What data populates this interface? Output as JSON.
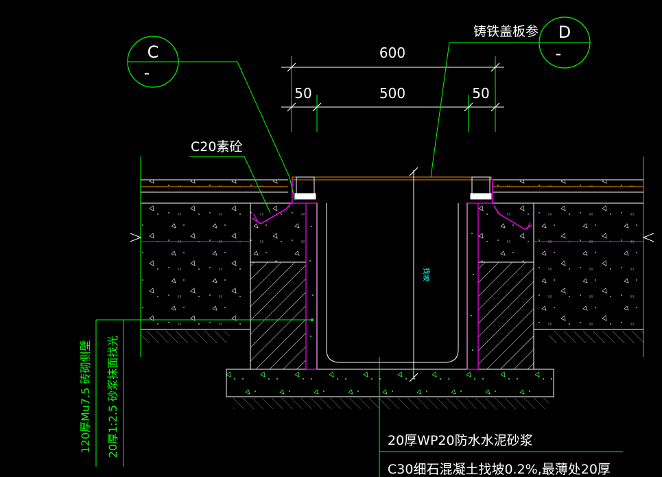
{
  "drawing": {
    "background": "#000000",
    "colors": {
      "structure": "#ff00ff",
      "leader": "#00ff00",
      "text": "#ffffff",
      "concrete_fill": "#e6e6e6",
      "dimension": "#00ff00"
    },
    "dimensions": {
      "total": "600",
      "left": "50",
      "middle": "500",
      "right": "50"
    },
    "callouts": {
      "c20": "C20素砼",
      "cast_iron_cover": "铸铁盖板参",
      "waterproof_mortar": "20厚WP20防水水泥砂浆",
      "fine_stone_concrete": "C30细石混凝土找坡0.2%,最薄处20厚",
      "channel_label": "找坡"
    },
    "section_markers": {
      "left": {
        "letter": "C",
        "sub": "-"
      },
      "right": {
        "letter": "D",
        "sub": "-"
      }
    },
    "vertical_notes": {
      "wall": "120厚Mu7.5 砖砌侧壁",
      "plaster": "20厚1:2.5 砂浆抹面找光"
    }
  }
}
